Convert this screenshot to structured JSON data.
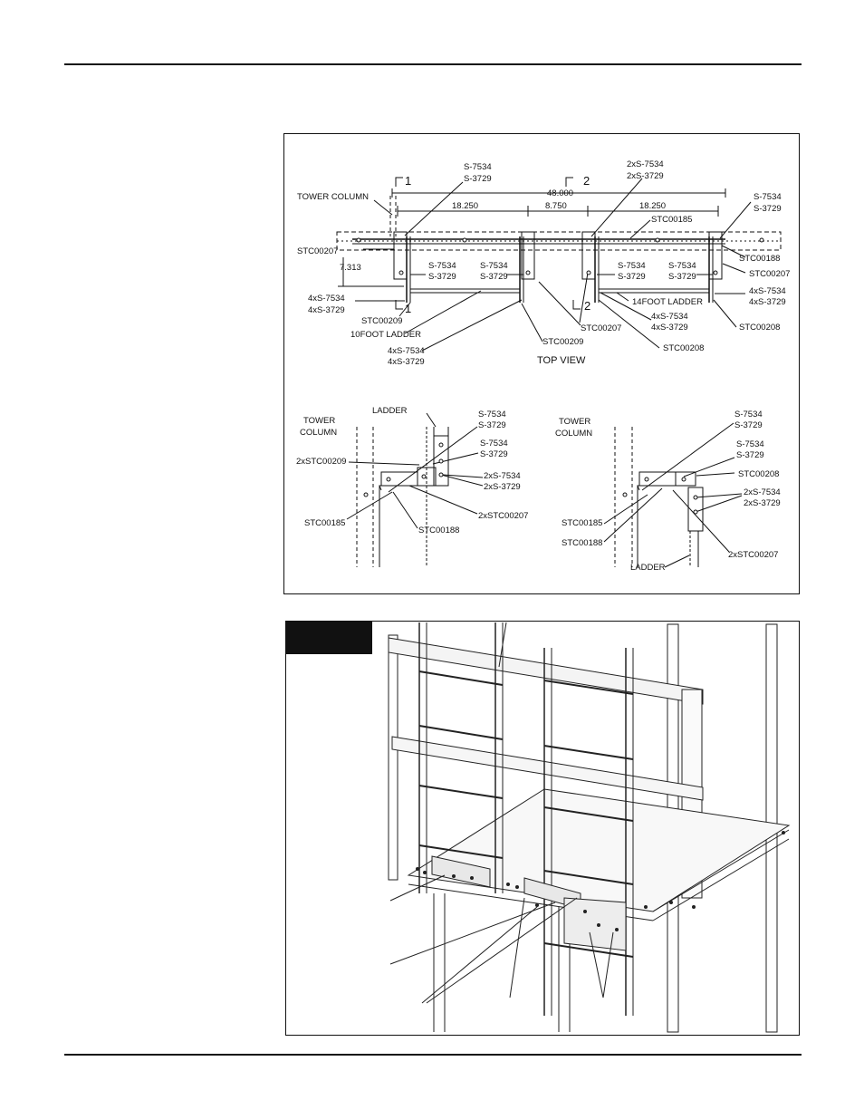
{
  "top_view": {
    "section_1": "1",
    "section_2": "2",
    "dim_overall": "48.000",
    "dim_left": "18.250",
    "dim_mid": "8.750",
    "dim_right": "18.250",
    "dim_depth": "7.313",
    "tower_column": "TOWER COLUMN",
    "stc00207": "STC00207",
    "stc00185": "STC00185",
    "stc00188": "STC00188",
    "stc00209": "STC00209",
    "stc00208": "STC00208",
    "s7534": "S-7534",
    "s3729": "S-3729",
    "x2s7534": "2xS-7534",
    "x2s3729": "2xS-3729",
    "x4s7534": "4xS-7534",
    "x4s3729": "4xS-3729",
    "ladder10": "10FOOT LADDER",
    "ladder14": "14FOOT LADDER",
    "title": "TOP VIEW"
  },
  "section_left": {
    "ladder": "LADDER",
    "tower": "TOWER",
    "column": "COLUMN",
    "s7534": "S-7534",
    "s3729": "S-3729",
    "x2stc00209": "2xSTC00209",
    "x2s7534": "2xS-7534",
    "x2s3729": "2xS-3729",
    "x2stc00207": "2xSTC00207",
    "stc00185": "STC00185",
    "stc00188": "STC00188"
  },
  "section_right": {
    "tower": "TOWER",
    "column": "COLUMN",
    "s7534": "S-7534",
    "s3729": "S-3729",
    "stc00208": "STC00208",
    "x2s7534": "2xS-7534",
    "x2s3729": "2xS-3729",
    "stc00185": "STC00185",
    "stc00188": "STC00188",
    "ladder": "LADDER",
    "x2stc00207": "2xSTC00207"
  }
}
